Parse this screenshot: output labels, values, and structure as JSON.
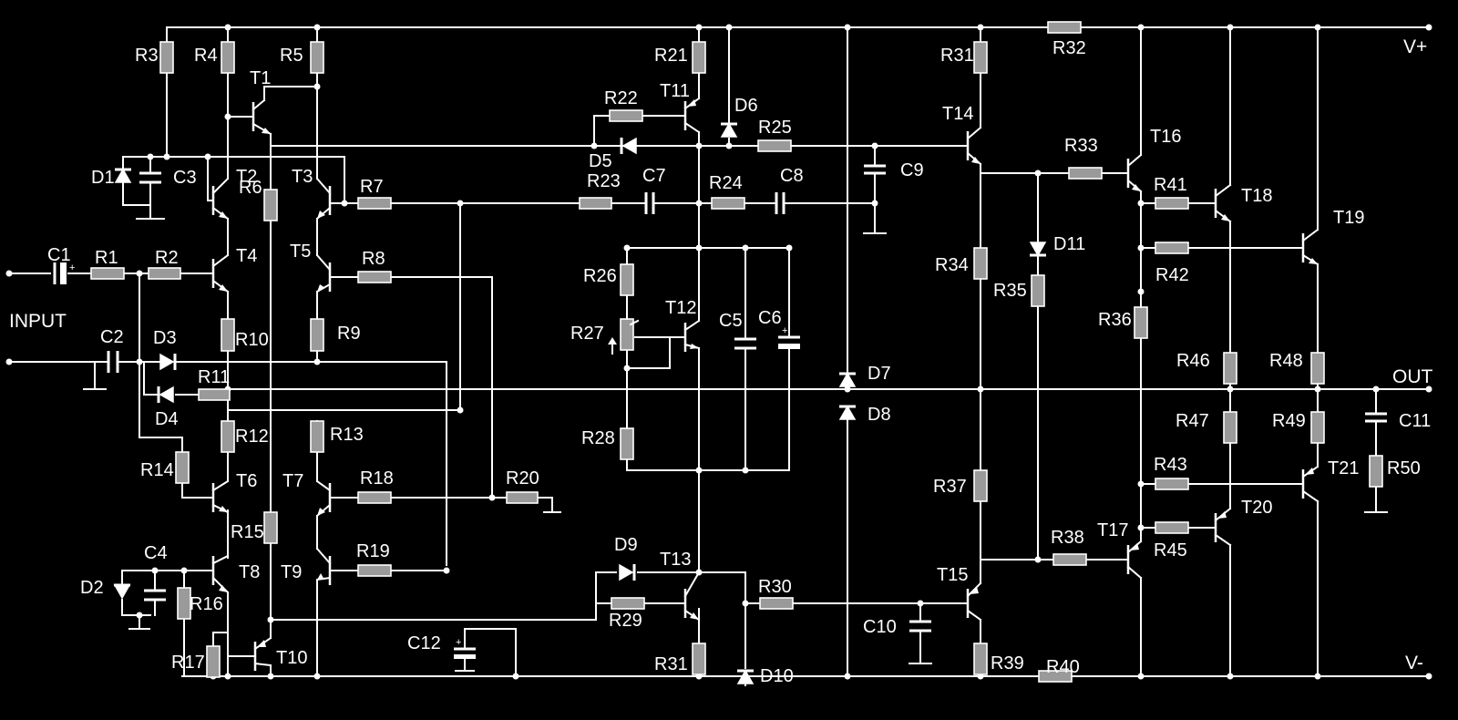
{
  "rails": {
    "positive": "V+",
    "negative": "V-",
    "output": "OUT",
    "input": "INPUT"
  },
  "resistors": [
    "R1",
    "R2",
    "R3",
    "R4",
    "R5",
    "R6",
    "R7",
    "R8",
    "R9",
    "R10",
    "R11",
    "R12",
    "R13",
    "R14",
    "R15",
    "R16",
    "R17",
    "R18",
    "R19",
    "R20",
    "R21",
    "R22",
    "R23",
    "R24",
    "R25",
    "R26",
    "R27",
    "R28",
    "R29",
    "R30",
    "R31",
    "R31",
    "R32",
    "R33",
    "R34",
    "R35",
    "R36",
    "R37",
    "R38",
    "R39",
    "R40",
    "R41",
    "R42",
    "R43",
    "R45",
    "R46",
    "R47",
    "R48",
    "R49",
    "R50"
  ],
  "capacitors": [
    "C1",
    "C2",
    "C3",
    "C4",
    "C5",
    "C6",
    "C7",
    "C8",
    "C9",
    "C10",
    "C11",
    "C12"
  ],
  "diodes": [
    "D1",
    "D2",
    "D3",
    "D4",
    "D5",
    "D6",
    "D7",
    "D8",
    "D9",
    "D10",
    "D11"
  ],
  "transistors": [
    "T1",
    "T2",
    "T3",
    "T4",
    "T5",
    "T6",
    "T7",
    "T8",
    "T9",
    "T10",
    "T11",
    "T12",
    "T13",
    "T14",
    "T15",
    "T16",
    "T17",
    "T18",
    "T19",
    "T20",
    "T21"
  ]
}
